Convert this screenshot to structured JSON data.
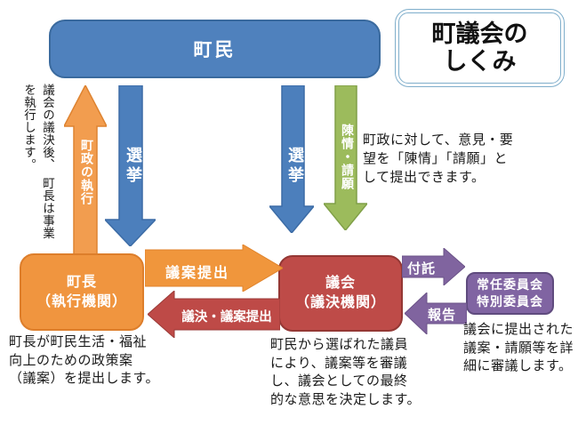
{
  "title": {
    "lines": [
      "町議会の",
      "しくみ"
    ]
  },
  "boxes": {
    "citizens": {
      "label": "町民"
    },
    "mayor": {
      "lines": [
        "町長",
        "（執行機関）"
      ]
    },
    "assembly": {
      "lines": [
        "議会",
        "（議決機関）"
      ]
    },
    "committee": {
      "lines": [
        "常任委員会",
        "特別委員会"
      ]
    }
  },
  "arrows": {
    "execution": {
      "label": "町政の執行",
      "color": "#f29d4f"
    },
    "election_left": {
      "label": "選挙",
      "color": "#4c7fbc"
    },
    "election_right": {
      "label": "選挙",
      "color": "#4c7fbc"
    },
    "petition": {
      "label": "陳情・請願",
      "color": "#9cbb5c"
    },
    "bill_submission": {
      "label": "議案提出",
      "color": "#f0963c"
    },
    "decision": {
      "label": "議決・議案提出",
      "color": "#be4a47"
    },
    "referral": {
      "label": "付託",
      "color": "#80649f"
    },
    "report": {
      "label": "報告",
      "color": "#80649f"
    }
  },
  "notes": {
    "execution": {
      "lines": [
        "議会の議決後、　町長は事業",
        "を執行します。"
      ]
    },
    "petition": {
      "lines": [
        "町政に対して、意見・要",
        "望を「陳情」「請願」と",
        "して提出できます。"
      ]
    },
    "mayor": {
      "lines": [
        "町長が町民生活・福祉",
        "向上のための政策案",
        "（議案）を提出します。"
      ]
    },
    "assembly": {
      "lines": [
        "町民から選ばれた議員",
        "により、議案等を審議",
        "し、議会としての最終",
        "的な意思を決定します。"
      ]
    },
    "committee": {
      "lines": [
        "議会に提出された",
        "議案・請願等を詳",
        "細に審議します。"
      ]
    }
  },
  "colors": {
    "citizens_fill": "#4f81bd",
    "mayor_fill": "#f0953f",
    "assembly_fill": "#be4b48",
    "committee_fill": "#8064a2",
    "title_border": "#7faecb"
  }
}
